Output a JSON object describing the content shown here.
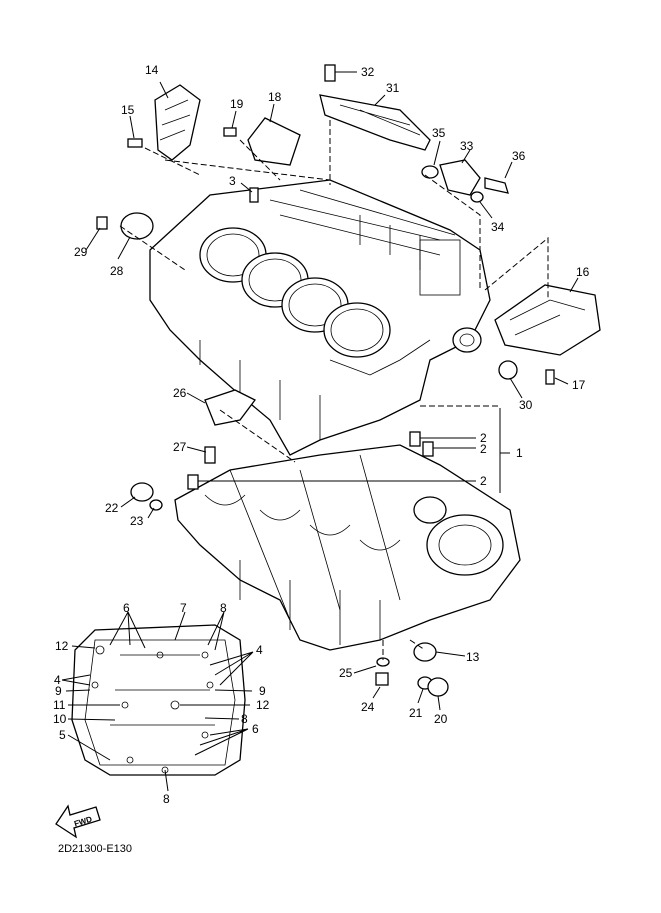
{
  "diagram_code": "2D21300-E130",
  "fwd_label": "FWD",
  "callouts": {
    "c1": "1",
    "c2a": "2",
    "c2b": "2",
    "c2c": "2",
    "c3": "3",
    "c4a": "4",
    "c4b": "4",
    "c5": "5",
    "c6a": "6",
    "c6b": "6",
    "c7": "7",
    "c8a": "8",
    "c8b": "8",
    "c8c": "8",
    "c9a": "9",
    "c9b": "9",
    "c10": "10",
    "c11": "11",
    "c12a": "12",
    "c12b": "12",
    "c13": "13",
    "c14": "14",
    "c15": "15",
    "c16": "16",
    "c17": "17",
    "c18": "18",
    "c19": "19",
    "c20": "20",
    "c21": "21",
    "c22": "22",
    "c23": "23",
    "c24": "24",
    "c25": "25",
    "c26": "26",
    "c27": "27",
    "c28": "28",
    "c29": "29",
    "c30": "30",
    "c31": "31",
    "c32": "32",
    "c33": "33",
    "c34": "34",
    "c35": "35",
    "c36": "36"
  }
}
